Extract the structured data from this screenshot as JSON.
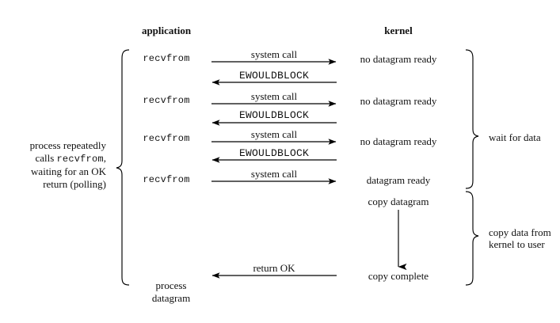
{
  "diagram": {
    "title_application": "application",
    "title_kernel": "kernel",
    "left_note_line1": "process repeatedly",
    "left_note_line2_pre": "calls ",
    "left_note_line2_mono": "recvfrom",
    "left_note_line2_post": ",",
    "left_note_line3": "waiting for an OK",
    "left_note_line4": "return (polling)",
    "app_calls": [
      {
        "label": "recvfrom"
      },
      {
        "label": "recvfrom"
      },
      {
        "label": "recvfrom"
      },
      {
        "label": "recvfrom"
      }
    ],
    "app_final_line1": "process",
    "app_final_line2": "datagram",
    "arrows": [
      {
        "label": "system call",
        "dir": "right",
        "mono": false
      },
      {
        "label": "EWOULDBLOCK",
        "dir": "left",
        "mono": true
      },
      {
        "label": "system call",
        "dir": "right",
        "mono": false
      },
      {
        "label": "EWOULDBLOCK",
        "dir": "left",
        "mono": true
      },
      {
        "label": "system call",
        "dir": "right",
        "mono": false
      },
      {
        "label": "EWOULDBLOCK",
        "dir": "left",
        "mono": true
      },
      {
        "label": "system call",
        "dir": "right",
        "mono": false
      },
      {
        "label": "return OK",
        "dir": "left",
        "mono": false
      }
    ],
    "kernel_states": [
      {
        "label": "no datagram ready"
      },
      {
        "label": "no datagram ready"
      },
      {
        "label": "no datagram ready"
      },
      {
        "label": "datagram ready"
      },
      {
        "label": "copy datagram"
      },
      {
        "label": "copy complete"
      }
    ],
    "brace_labels": {
      "wait_for_data": "wait for data",
      "copy_data_line1": "copy data from",
      "copy_data_line2": "kernel to user"
    },
    "colors": {
      "ink": "#111111",
      "background": "#ffffff",
      "stroke": "#000000"
    }
  }
}
